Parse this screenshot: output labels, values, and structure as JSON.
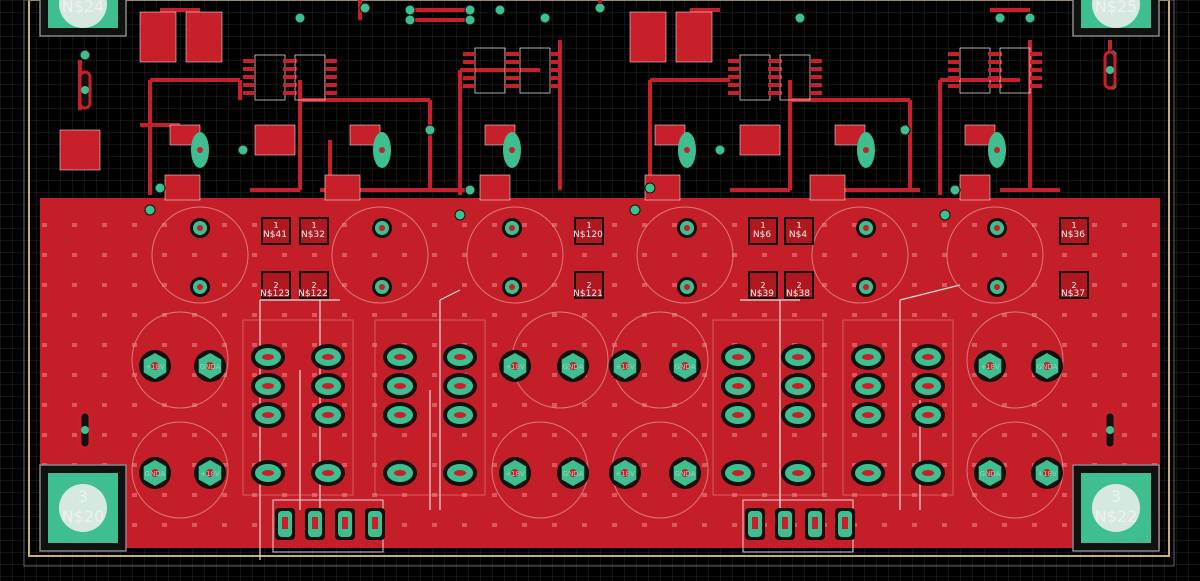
{
  "board": {
    "background": "#000000",
    "grid_color": "#2a2a2a",
    "copper_color": "#c8202a",
    "trace_color": "#c8202a",
    "pad_color": "#3fbf8f",
    "silk_color": "#d8d8d8",
    "outline_color": "#c8b070"
  },
  "mounting_holes": [
    {
      "id": "mh-tl",
      "label": "N$24"
    },
    {
      "id": "mh-tr",
      "label": "N$25"
    },
    {
      "id": "mh-bl",
      "label": "N$20"
    },
    {
      "id": "mh-br",
      "label": "N$22"
    }
  ],
  "mounting_hole_prefix": "3",
  "net_labels_top": [
    "N$41",
    "N$32",
    "N$120",
    "N$6",
    "N$4",
    "N$36"
  ],
  "net_labels_bottom": [
    "N$123",
    "N$122",
    "N$121",
    "N$39",
    "N$38",
    "N$37"
  ],
  "pin1": "1",
  "pin2": "2",
  "power_labels": [
    "+18V",
    "GNDA",
    "+18V",
    "GNDA",
    "+18V",
    "GNDA"
  ],
  "power_labels_lower": [
    "GNDA",
    "+18V",
    "+18V",
    "GNDA",
    "+18V",
    "GNDA"
  ]
}
